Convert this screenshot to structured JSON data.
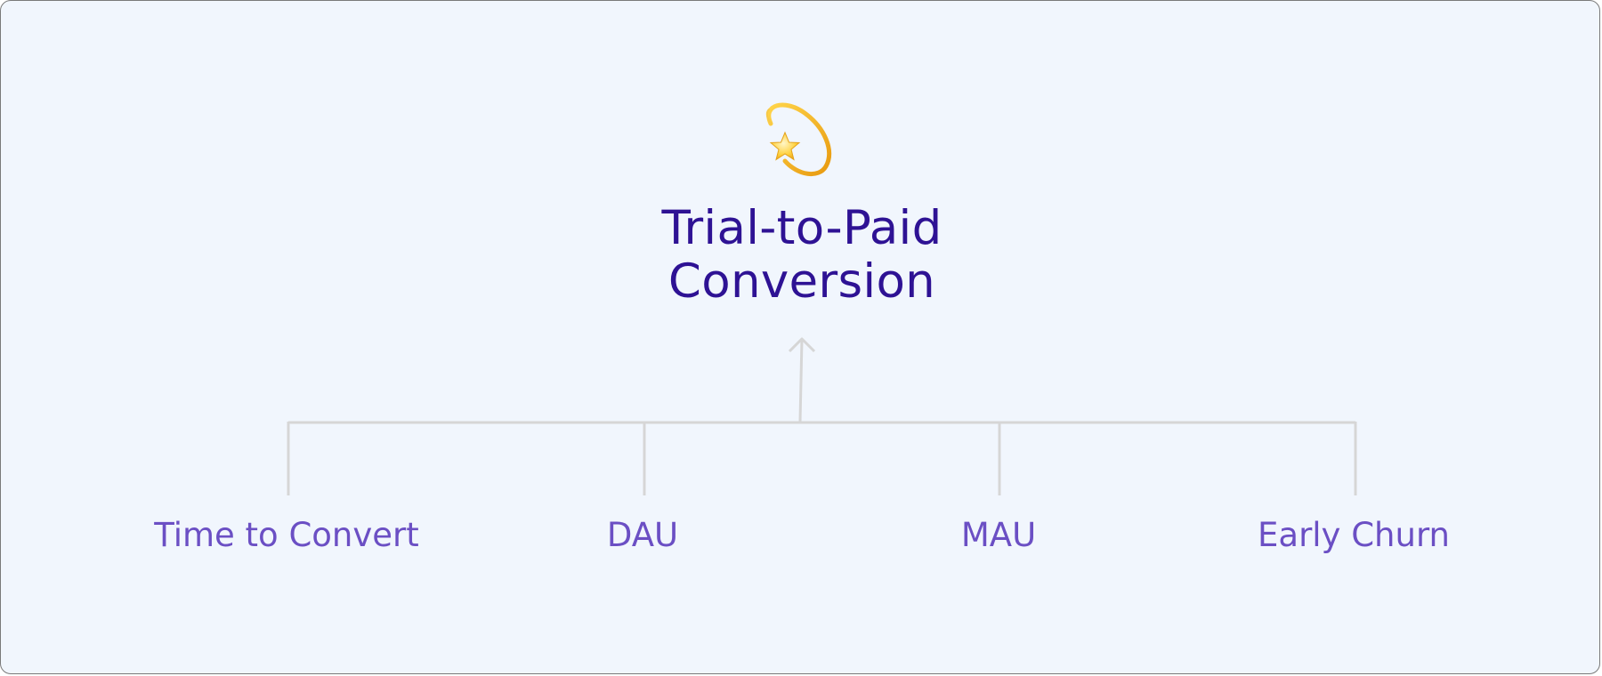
{
  "root": {
    "icon": "dizzy-star-icon",
    "title_line1": "Trial-to-Paid",
    "title_line2": "Conversion"
  },
  "children": [
    {
      "label": "Time to Convert"
    },
    {
      "label": "DAU"
    },
    {
      "label": "MAU"
    },
    {
      "label": "Early Churn"
    }
  ],
  "colors": {
    "background": "#f1f6fd",
    "title": "#2e1294",
    "child_label": "#6b4fc4",
    "connector": "#d6d6d6",
    "icon_gold": "#f2b521"
  }
}
